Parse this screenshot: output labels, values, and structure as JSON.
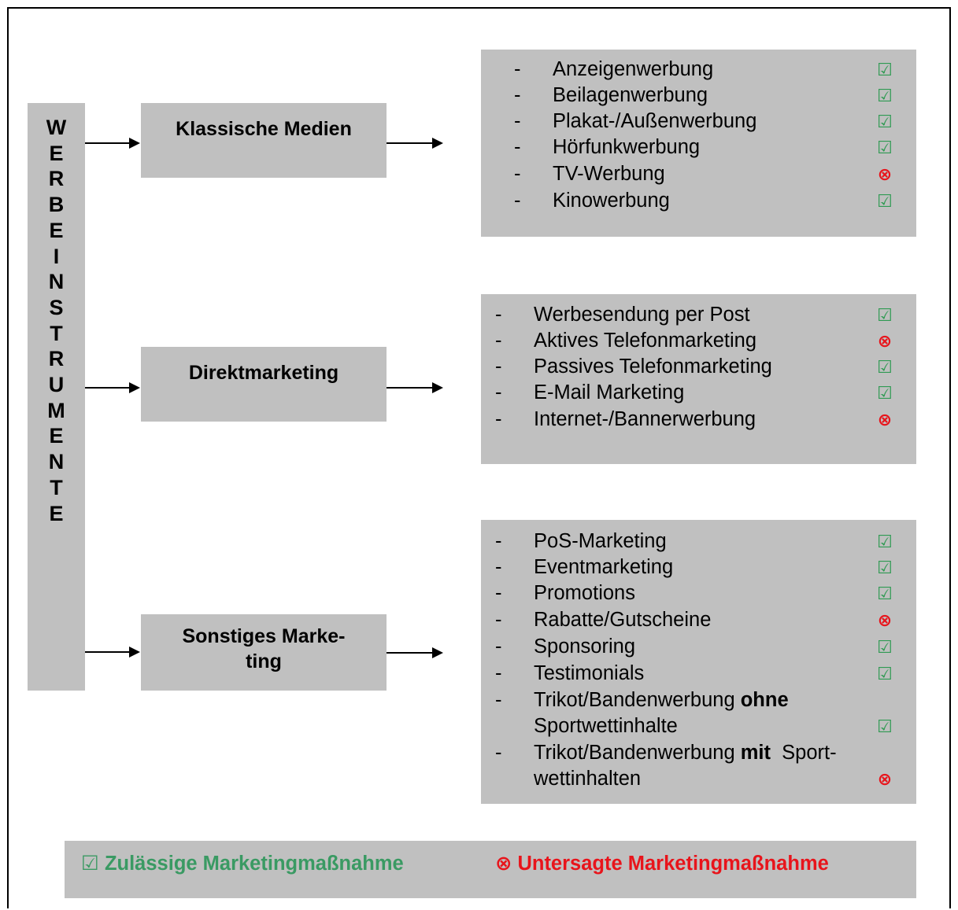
{
  "title_letters": [
    "W",
    "E",
    "R",
    "B",
    "E",
    "I",
    "N",
    "S",
    "T",
    "R",
    "U",
    "M",
    "E",
    "N",
    "T",
    "E"
  ],
  "categories": [
    {
      "lines": [
        "Klassische Medien"
      ]
    },
    {
      "lines": [
        "Direktmarketing"
      ]
    },
    {
      "lines": [
        "Sonstiges Marke-",
        "ting"
      ]
    }
  ],
  "lists": [
    {
      "items": [
        {
          "dash": "-",
          "label": "Anzeigenwerbung",
          "mark": "☑",
          "status": "allowed"
        },
        {
          "dash": "-",
          "label": "Beilagenwerbung",
          "mark": "☑",
          "status": "allowed"
        },
        {
          "dash": "-",
          "label": "Plakat-/Außenwerbung",
          "mark": "☑",
          "status": "allowed"
        },
        {
          "dash": "-",
          "label": "Hörfunkwerbung",
          "mark": "☑",
          "status": "allowed"
        },
        {
          "dash": "-",
          "label": "TV-Werbung",
          "mark": "⊗",
          "status": "prohibited"
        },
        {
          "dash": "-",
          "label": "Kinowerbung",
          "mark": "☑",
          "status": "allowed"
        }
      ]
    },
    {
      "items": [
        {
          "dash": "-",
          "label": "Werbesendung per Post",
          "mark": "☑",
          "status": "allowed"
        },
        {
          "dash": "-",
          "label": "Aktives Telefonmarketing",
          "mark": "⊗",
          "status": "prohibited"
        },
        {
          "dash": "-",
          "label": "Passives Telefonmarketing",
          "mark": "☑",
          "status": "allowed"
        },
        {
          "dash": "-",
          "label": "E-Mail Marketing",
          "mark": "☑",
          "status": "allowed"
        },
        {
          "dash": "-",
          "label": "Internet-/Bannerwerbung",
          "mark": "⊗",
          "status": "prohibited"
        }
      ]
    },
    {
      "items": [
        {
          "dash": "-",
          "label": "PoS-Marketing",
          "mark": "☑",
          "status": "allowed"
        },
        {
          "dash": "-",
          "label": "Eventmarketing",
          "mark": "☑",
          "status": "allowed"
        },
        {
          "dash": "-",
          "label": "Promotions",
          "mark": "☑",
          "status": "allowed"
        },
        {
          "dash": "-",
          "label": "Rabatte/Gutscheine",
          "mark": "⊗",
          "status": "prohibited"
        },
        {
          "dash": "-",
          "label": "Sponsoring",
          "mark": "☑",
          "status": "allowed"
        },
        {
          "dash": "-",
          "label": "Testimonials",
          "mark": "☑",
          "status": "allowed"
        }
      ],
      "trikot_ohne": {
        "dash": "-",
        "pre": "Trikot/Bandenwerbung ",
        "bold": "ohne",
        "line2": "Sportwettinhalte",
        "mark": "☑",
        "status": "allowed"
      },
      "trikot_mit": {
        "dash": "-",
        "pre": "Trikot/Bandenwerbung ",
        "bold": "mit",
        "post": "  Sport-",
        "line2": "wettinhalten",
        "mark": "⊗",
        "status": "prohibited"
      }
    }
  ],
  "legend": {
    "allowed": "☑ Zulässige Marketingmaßnahme",
    "prohibited": "⊗ Untersagte Marketingmaßnahme"
  },
  "colors": {
    "box": "#c0c0c0",
    "allowed": "#2f9a52",
    "prohibited": "#e8141b"
  }
}
